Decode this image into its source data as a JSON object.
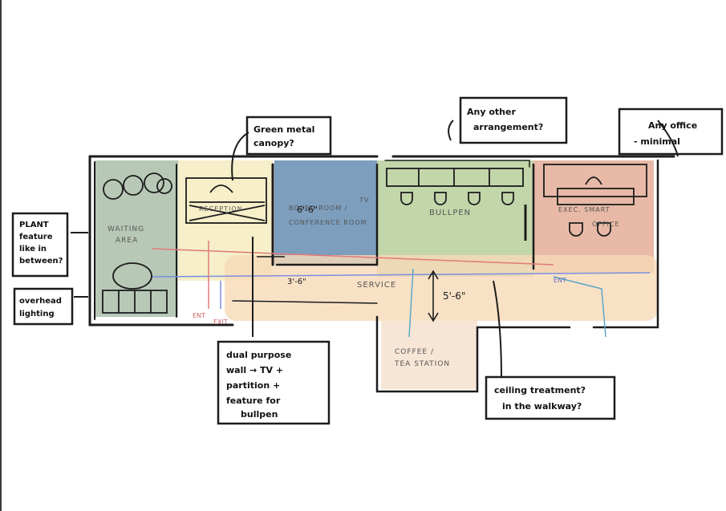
{
  "rooms": {
    "waiting": [
      "WAITING",
      "AREA"
    ],
    "reception": "RECEPTION",
    "conference": [
      "BOARD ROOM /",
      "CONFERENCE ROOM"
    ],
    "bullpen": "BULLPEN",
    "exec": [
      "EXEC. SMART",
      "OFFICE"
    ],
    "coffee": [
      "COFFEE /",
      "TEA STATION"
    ],
    "service": "SERVICE",
    "tv": "TV"
  },
  "dimensions": {
    "conf_width": "6'-6\"",
    "corridor_a": "3'-6\"",
    "corridor_b": "5'-6\""
  },
  "exits": {
    "ent_left": "ENT",
    "exit_left": "EXIT",
    "ent_right": "ENT"
  },
  "notes": {
    "canopy": [
      "Green metal",
      "canopy?"
    ],
    "arrangement": [
      "Any other",
      "arrangement?"
    ],
    "any_office": [
      "Any office",
      "- minimal"
    ],
    "plant": [
      "PLANT",
      "feature",
      "like in",
      "between?"
    ],
    "lighting": [
      "overhead",
      "lighting"
    ],
    "dual_wall": [
      "dual purpose",
      "wall → TV +",
      "partition +",
      "feature for",
      "bullpen"
    ],
    "ceiling": [
      "ceiling treatment?",
      "in the walkway?"
    ]
  },
  "colors": {
    "waiting": "#9fb59f",
    "reception": "#f5ecc0",
    "conference": "#6f94b6",
    "bullpen": "#b9cf9b",
    "exec": "#e3ad96",
    "service": "#f7d9b8",
    "coffee": "#f6e2cf",
    "ink": "#1c1c1c",
    "arrow_red": "#e07a7a",
    "arrow_blue": "#7a8ee0",
    "arrow_teal": "#5aa8c8"
  }
}
